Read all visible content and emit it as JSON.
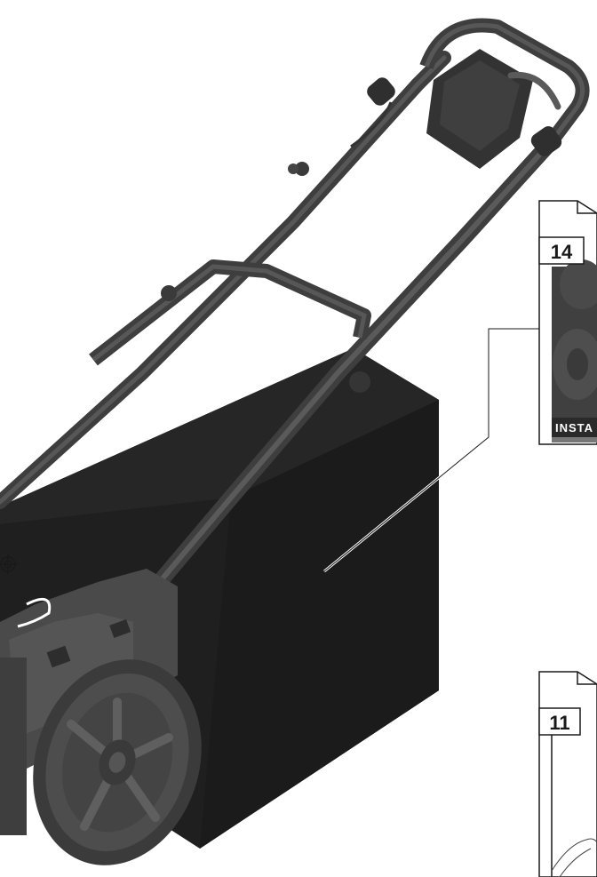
{
  "callouts": {
    "top": {
      "number": "14",
      "banner": "INSTA"
    },
    "bottom": {
      "number": "11"
    }
  },
  "colors": {
    "box": "#1e1e1e",
    "box_top": "#2a2a2a",
    "mower_dark": "#3a3a3a",
    "mower_mid": "#555555",
    "mower_light": "#6e6e6e",
    "page": "#ffffff"
  },
  "icons": [
    "registration-mark-icon",
    "page-corner-icon"
  ]
}
